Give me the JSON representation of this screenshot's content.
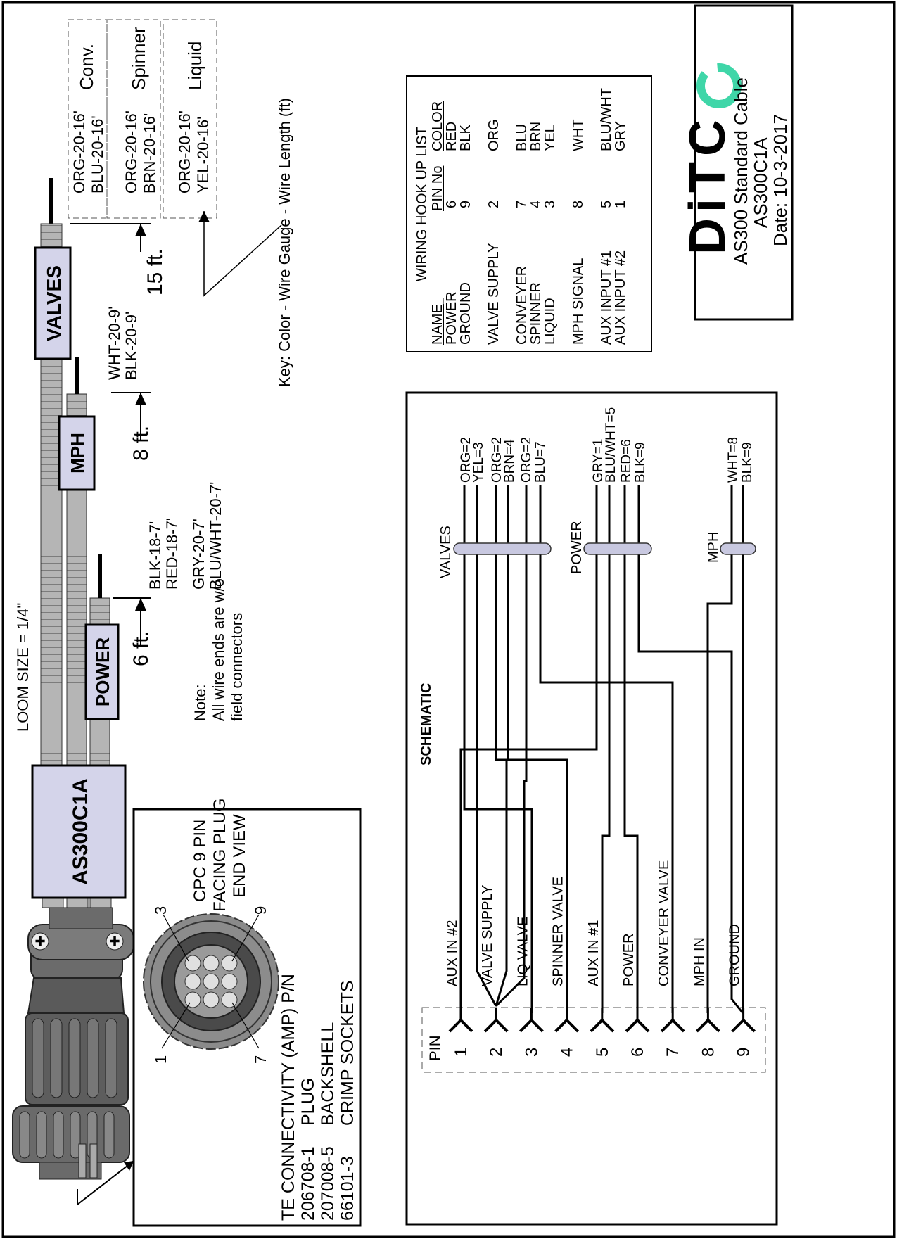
{
  "loom": {
    "size_label": "LOOM SIZE = 1/4\"",
    "main_label": "AS300C1A",
    "branches": [
      {
        "label": "POWER",
        "distance": "6 ft.",
        "wires": [
          "BLK-18-7'",
          "RED-18-7'",
          "GRY-20-7'",
          "BLU/WHT-20-7'"
        ]
      },
      {
        "label": "MPH",
        "distance": "8 ft.",
        "wires": [
          "WHT-20-9'",
          "BLK-20-9'"
        ]
      },
      {
        "label": "VALVES",
        "distance": "15 ft.",
        "wires": []
      }
    ],
    "valve_groups": [
      {
        "name": "Conv.",
        "wires": [
          "ORG-20-16'",
          "BLU-20-16'"
        ]
      },
      {
        "name": "Spinner",
        "wires": [
          "ORG-20-16'",
          "BRN-20-16'"
        ]
      },
      {
        "name": "Liquid",
        "wires": [
          "ORG-20-16'",
          "YEL-20-16'"
        ]
      }
    ],
    "key": "Key: Color - Wire Gauge - Wire Length (ft)",
    "note_lines": [
      "Note:",
      "All wire ends are w/o",
      "field connectors"
    ]
  },
  "connector": {
    "title_lines": [
      "CPC 9 PIN",
      "FACING PLUG",
      "END VIEW"
    ],
    "pin_markers": [
      "1",
      "3",
      "7",
      "9"
    ],
    "vendor": "TE CONNECTIVITY (AMP) P/N",
    "parts": [
      {
        "pn": "206708-1",
        "desc": "PLUG"
      },
      {
        "pn": "207008-5",
        "desc": "BACKSHELL"
      },
      {
        "pn": "66101-3",
        "desc": "CRIMP SOCKETS"
      }
    ]
  },
  "hookup": {
    "title": "WIRING HOOK UP LIST",
    "headers": {
      "name": "NAME",
      "pin": "PIN No",
      "color": "COLOR"
    },
    "rows": [
      {
        "name": "POWER",
        "pin": "6",
        "color": "RED"
      },
      {
        "name": "GROUND",
        "pin": "9",
        "color": "BLK"
      },
      {
        "name": "VALVE SUPPLY",
        "pin": "2",
        "color": "ORG"
      },
      {
        "name": "CONVEYER",
        "pin": "7",
        "color": "BLU"
      },
      {
        "name": "SPINNER",
        "pin": "4",
        "color": "BRN"
      },
      {
        "name": "LIQUID",
        "pin": "3",
        "color": "YEL"
      },
      {
        "name": "MPH SIGNAL",
        "pin": "8",
        "color": "WHT"
      },
      {
        "name": "AUX INPUT #1",
        "pin": "5",
        "color": "BLU/WHT"
      },
      {
        "name": "AUX INPUT #2",
        "pin": "1",
        "color": "GRY"
      }
    ]
  },
  "title_block": {
    "logo": "DiTC",
    "product": "AS300 Standard Cable",
    "part": "AS300C1A",
    "date": "Date: 10-3-2017"
  },
  "schematic": {
    "title": "SCHEMATIC",
    "pin_header": "PIN",
    "pins": [
      "1",
      "2",
      "3",
      "4",
      "5",
      "6",
      "7",
      "8",
      "9"
    ],
    "functions": [
      "AUX IN #2",
      "VALVE SUPPLY",
      "LIQ VALVE",
      "SPINNER VALVE",
      "AUX IN #1",
      "POWER",
      "CONVEYER VALVE",
      "MPH IN",
      "GROUND"
    ],
    "bundles": [
      {
        "name": "VALVES",
        "wires": [
          "ORG=2",
          "YEL=3",
          "ORG=2",
          "BRN=4",
          "ORG=2",
          "BLU=7"
        ]
      },
      {
        "name": "POWER",
        "wires": [
          "GRY=1",
          "BLU/WHT=5",
          "RED=6",
          "BLK=9"
        ]
      },
      {
        "name": "MPH",
        "wires": [
          "WHT=8",
          "BLK=9"
        ]
      }
    ]
  },
  "colors": {
    "box_fill": "#d4d4ea",
    "loom": "#a8a8a8",
    "connector": "#5a5a5a",
    "logo_accent": "#3fd6a8"
  }
}
